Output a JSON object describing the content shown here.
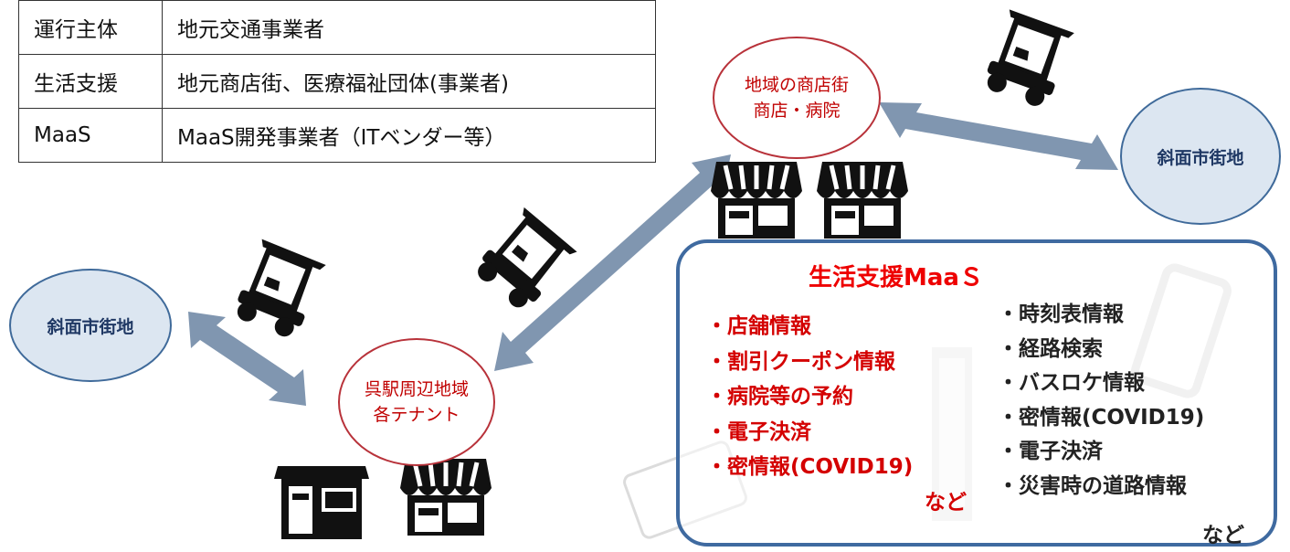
{
  "operators_table": {
    "rows": [
      {
        "role": "運行主体",
        "entity": "地元交通事業者"
      },
      {
        "role": "生活支援",
        "entity": "地元商店街、医療福祉団体(事業者)"
      },
      {
        "role": "MaaS",
        "entity": "MaaS開発事業者（ITベンダー等）"
      }
    ]
  },
  "nodes": {
    "slope_area_left": "斜面市街地",
    "slope_area_right": "斜面市街地",
    "hub_kure_line1": "呉駅周辺地域",
    "hub_kure_line2": "各テナント",
    "hub_local_line1": "地域の商店街",
    "hub_local_line2": "商店・病院"
  },
  "maas": {
    "title": "生活支援MaaＳ",
    "shop_services": [
      "・店舗情報",
      "・割引クーポン情報",
      "・病院等の予約",
      "・電子決済",
      "・密情報(COVID19)"
    ],
    "shop_services_suffix": "など",
    "mobility_services": [
      "・時刻表情報",
      "・経路検索",
      "・バスロケ情報",
      "・密情報(COVID19)",
      "・電子決済",
      "・災害時の道路情報"
    ],
    "mobility_services_suffix": "など"
  },
  "icons": [
    "golf-cart-icon",
    "shop-icon",
    "smartphone-icon",
    "credit-card-icon",
    "double-arrow-icon"
  ],
  "colors": {
    "arrow": "#8096b0",
    "area_fill": "#dce6f1",
    "hub_border": "#b8323a",
    "highlight_red": "#d40000",
    "maas_border": "#3f6aa0"
  }
}
